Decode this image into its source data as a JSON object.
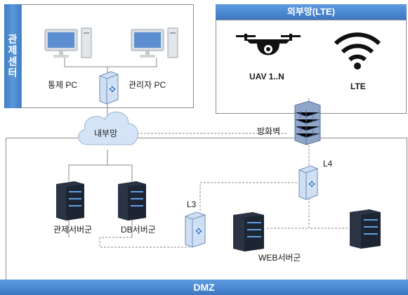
{
  "control_center": {
    "label": "관제센터"
  },
  "external_network": {
    "title": "외부망(LTE)"
  },
  "devices": {
    "control_pc": "통제 PC",
    "admin_pc": "관리자 PC",
    "uav": "UAV 1..N",
    "lte": "LTE",
    "internal_network": "내부망",
    "firewall": "방화벽",
    "l4": "L4",
    "l3": "L3",
    "control_server_group": "관제서버군",
    "db_server_group": "DB서버군",
    "web_server_group": "WEB서버군"
  },
  "dmz": {
    "label": "DMZ"
  },
  "colors": {
    "accent": "#3f7fc8",
    "server": "#1f2a3a",
    "link": "#8a8a8a"
  }
}
